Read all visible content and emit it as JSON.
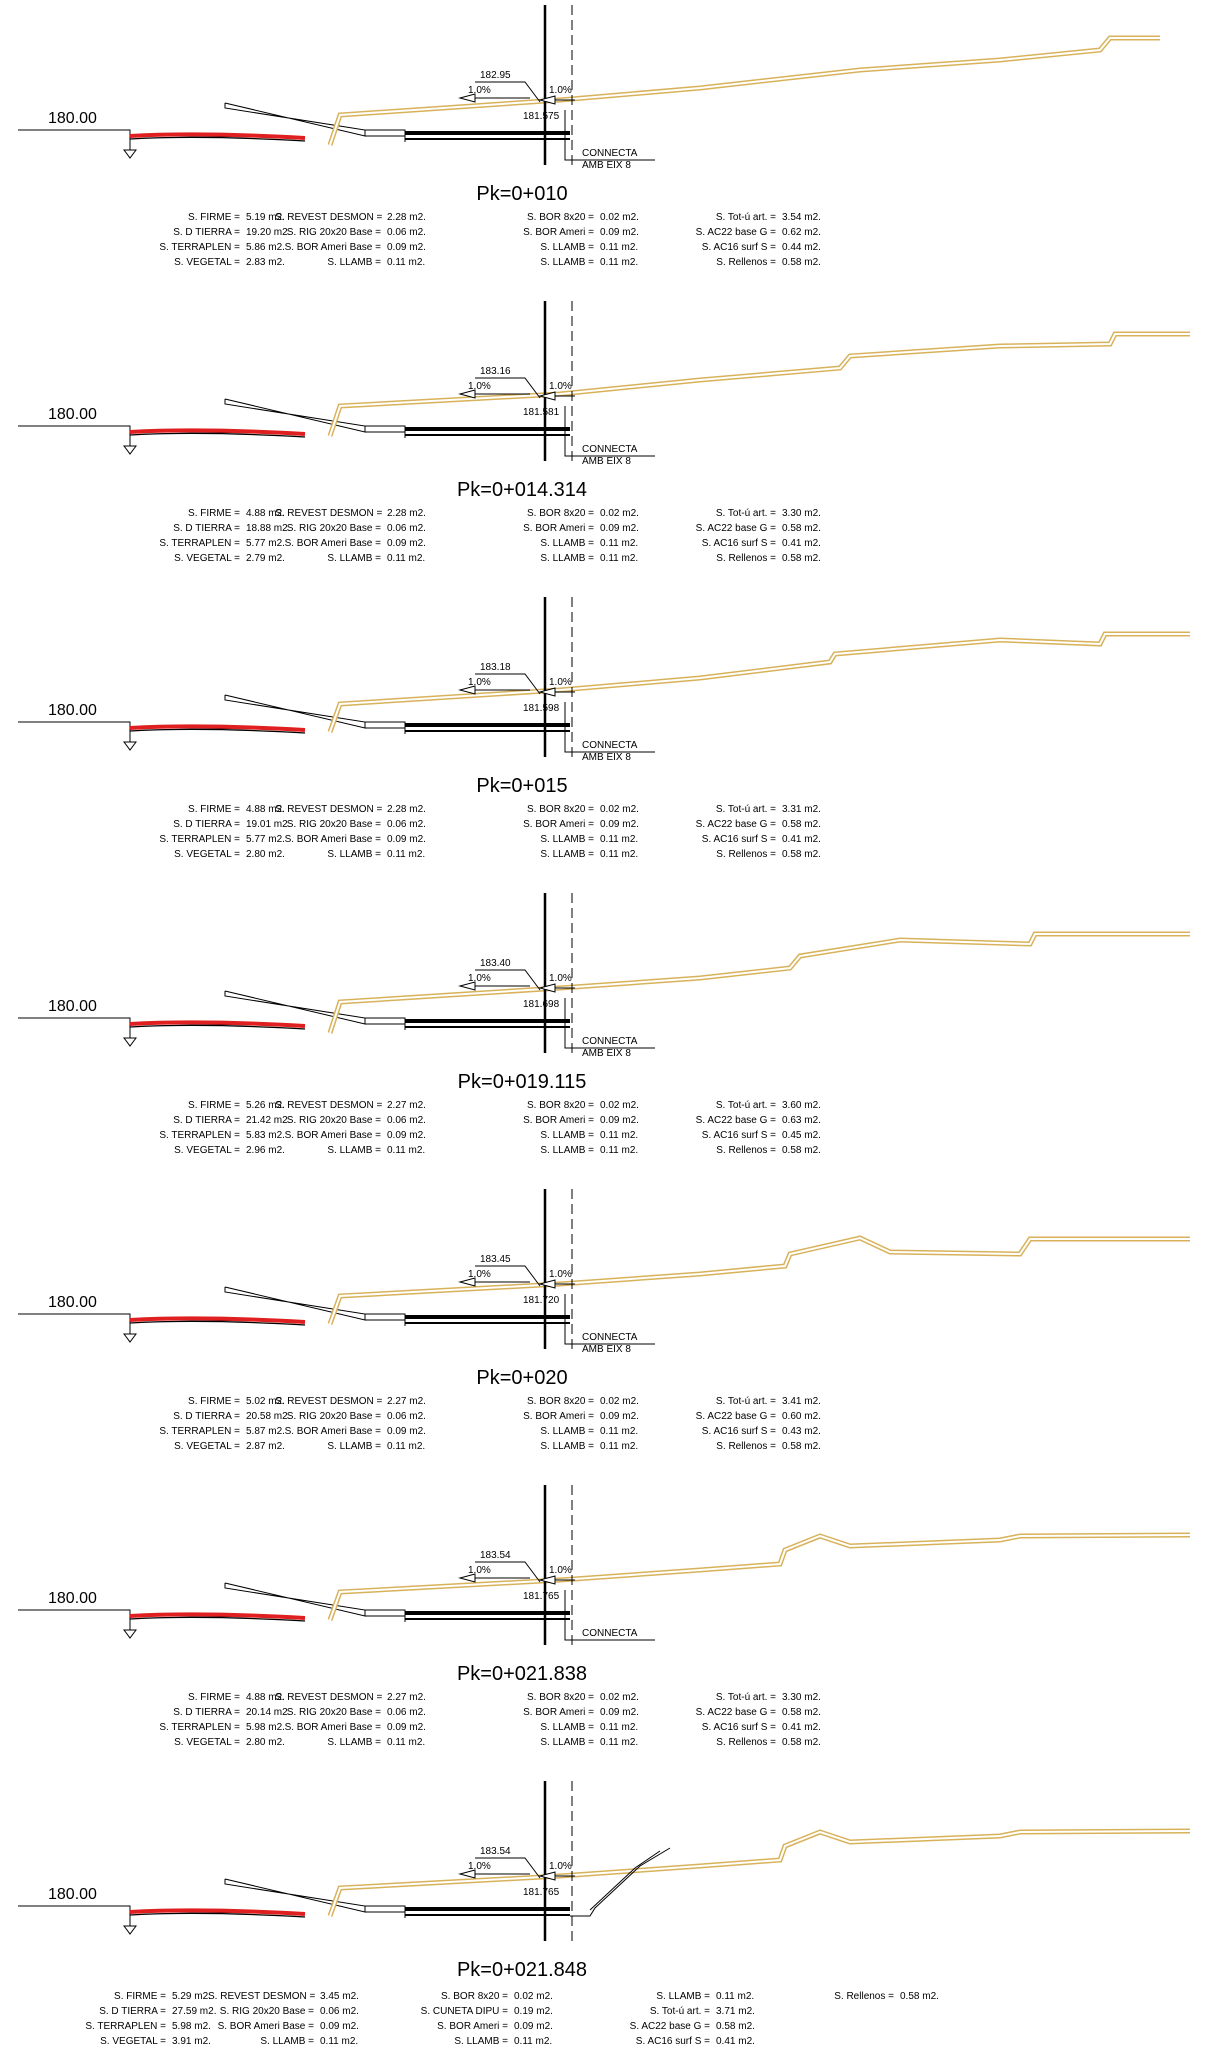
{
  "sections": [
    {
      "pk": "Pk=0+010",
      "ref": "180.00",
      "top_level": "182.95",
      "axis_level": "181.575",
      "slope_left": "1.0%",
      "slope_right": "1.0%",
      "connect_1": "CONNECTA",
      "connect_2": "AMB EIX 8",
      "table": [
        [
          [
            "S. FIRME =",
            "5.19 m2."
          ],
          [
            "S. REVEST DESMON =",
            "2.28 m2."
          ],
          [
            "S. BOR 8x20 =",
            "0.02 m2."
          ],
          [
            "S. Tot-ú art. =",
            "3.54 m2."
          ]
        ],
        [
          [
            "S. D TIERRA =",
            "19.20 m2."
          ],
          [
            "S. RIG 20x20 Base =",
            "0.06 m2."
          ],
          [
            "S. BOR Ameri =",
            "0.09 m2."
          ],
          [
            "S. AC22 base G =",
            "0.62 m2."
          ]
        ],
        [
          [
            "S. TERRAPLEN =",
            "5.86 m2."
          ],
          [
            "S. BOR Ameri Base =",
            "0.09 m2."
          ],
          [
            "S. LLAMB =",
            "0.11 m2."
          ],
          [
            "S. AC16 surf S =",
            "0.44 m2."
          ]
        ],
        [
          [
            "S. VEGETAL =",
            "2.83 m2."
          ],
          [
            "S. LLAMB =",
            "0.11 m2."
          ],
          [
            "S. LLAMB =",
            "0.11 m2."
          ],
          [
            "S. Rellenos =",
            "0.58 m2."
          ]
        ]
      ]
    },
    {
      "pk": "Pk=0+014.314",
      "ref": "180.00",
      "top_level": "183.16",
      "axis_level": "181.581",
      "slope_left": "1.0%",
      "slope_right": "1.0%",
      "connect_1": "CONNECTA",
      "connect_2": "AMB EIX 8",
      "table": [
        [
          [
            "S. FIRME =",
            "4.88 m2."
          ],
          [
            "S. REVEST DESMON =",
            "2.28 m2."
          ],
          [
            "S. BOR 8x20 =",
            "0.02 m2."
          ],
          [
            "S. Tot-ú art. =",
            "3.30 m2."
          ]
        ],
        [
          [
            "S. D TIERRA =",
            "18.88 m2."
          ],
          [
            "S. RIG 20x20 Base =",
            "0.06 m2."
          ],
          [
            "S. BOR Ameri =",
            "0.09 m2."
          ],
          [
            "S. AC22 base G =",
            "0.58 m2."
          ]
        ],
        [
          [
            "S. TERRAPLEN =",
            "5.77 m2."
          ],
          [
            "S. BOR Ameri Base =",
            "0.09 m2."
          ],
          [
            "S. LLAMB =",
            "0.11 m2."
          ],
          [
            "S. AC16 surf S =",
            "0.41 m2."
          ]
        ],
        [
          [
            "S. VEGETAL =",
            "2.79 m2."
          ],
          [
            "S. LLAMB =",
            "0.11 m2."
          ],
          [
            "S. LLAMB =",
            "0.11 m2."
          ],
          [
            "S. Rellenos =",
            "0.58 m2."
          ]
        ]
      ]
    },
    {
      "pk": "Pk=0+015",
      "ref": "180.00",
      "top_level": "183.18",
      "axis_level": "181.598",
      "slope_left": "1.0%",
      "slope_right": "1.0%",
      "connect_1": "CONNECTA",
      "connect_2": "AMB EIX 8",
      "table": [
        [
          [
            "S. FIRME =",
            "4.88 m2."
          ],
          [
            "S. REVEST DESMON =",
            "2.28 m2."
          ],
          [
            "S. BOR 8x20 =",
            "0.02 m2."
          ],
          [
            "S. Tot-ú art. =",
            "3.31 m2."
          ]
        ],
        [
          [
            "S. D TIERRA =",
            "19.01 m2."
          ],
          [
            "S. RIG 20x20 Base =",
            "0.06 m2."
          ],
          [
            "S. BOR Ameri =",
            "0.09 m2."
          ],
          [
            "S. AC22 base G =",
            "0.58 m2."
          ]
        ],
        [
          [
            "S. TERRAPLEN =",
            "5.77 m2."
          ],
          [
            "S. BOR Ameri Base =",
            "0.09 m2."
          ],
          [
            "S. LLAMB =",
            "0.11 m2."
          ],
          [
            "S. AC16 surf S =",
            "0.41 m2."
          ]
        ],
        [
          [
            "S. VEGETAL =",
            "2.80 m2."
          ],
          [
            "S. LLAMB =",
            "0.11 m2."
          ],
          [
            "S. LLAMB =",
            "0.11 m2."
          ],
          [
            "S. Rellenos =",
            "0.58 m2."
          ]
        ]
      ]
    },
    {
      "pk": "Pk=0+019.115",
      "ref": "180.00",
      "top_level": "183.40",
      "axis_level": "181.698",
      "slope_left": "1.0%",
      "slope_right": "1.0%",
      "connect_1": "CONNECTA",
      "connect_2": "AMB EIX 8",
      "table": [
        [
          [
            "S. FIRME =",
            "5.26 m2."
          ],
          [
            "S. REVEST DESMON =",
            "2.27 m2."
          ],
          [
            "S. BOR 8x20 =",
            "0.02 m2."
          ],
          [
            "S. Tot-ú art. =",
            "3.60 m2."
          ]
        ],
        [
          [
            "S. D TIERRA =",
            "21.42 m2."
          ],
          [
            "S. RIG 20x20 Base =",
            "0.06 m2."
          ],
          [
            "S. BOR Ameri =",
            "0.09 m2."
          ],
          [
            "S. AC22 base G =",
            "0.63 m2."
          ]
        ],
        [
          [
            "S. TERRAPLEN =",
            "5.83 m2."
          ],
          [
            "S. BOR Ameri Base =",
            "0.09 m2."
          ],
          [
            "S. LLAMB =",
            "0.11 m2."
          ],
          [
            "S. AC16 surf S =",
            "0.45 m2."
          ]
        ],
        [
          [
            "S. VEGETAL =",
            "2.96 m2."
          ],
          [
            "S. LLAMB =",
            "0.11 m2."
          ],
          [
            "S. LLAMB =",
            "0.11 m2."
          ],
          [
            "S. Rellenos =",
            "0.58 m2."
          ]
        ]
      ]
    },
    {
      "pk": "Pk=0+020",
      "ref": "180.00",
      "top_level": "183.45",
      "axis_level": "181.720",
      "slope_left": "1.0%",
      "slope_right": "1.0%",
      "connect_1": "CONNECTA",
      "connect_2": "AMB EIX 8",
      "table": [
        [
          [
            "S. FIRME =",
            "5.02 m2."
          ],
          [
            "S. REVEST DESMON =",
            "2.27 m2."
          ],
          [
            "S. BOR 8x20 =",
            "0.02 m2."
          ],
          [
            "S. Tot-ú art. =",
            "3.41 m2."
          ]
        ],
        [
          [
            "S. D TIERRA =",
            "20.58 m2."
          ],
          [
            "S. RIG 20x20 Base =",
            "0.06 m2."
          ],
          [
            "S. BOR Ameri =",
            "0.09 m2."
          ],
          [
            "S. AC22 base G =",
            "0.60 m2."
          ]
        ],
        [
          [
            "S. TERRAPLEN =",
            "5.87 m2."
          ],
          [
            "S. BOR Ameri Base =",
            "0.09 m2."
          ],
          [
            "S. LLAMB =",
            "0.11 m2."
          ],
          [
            "S. AC16 surf S =",
            "0.43 m2."
          ]
        ],
        [
          [
            "S. VEGETAL =",
            "2.87 m2."
          ],
          [
            "S. LLAMB =",
            "0.11 m2."
          ],
          [
            "S. LLAMB =",
            "0.11 m2."
          ],
          [
            "S. Rellenos =",
            "0.58 m2."
          ]
        ]
      ]
    },
    {
      "pk": "Pk=0+021.838",
      "ref": "180.00",
      "top_level": "183.54",
      "axis_level": "181.765",
      "slope_left": "1.0%",
      "slope_right": "1.0%",
      "connect_1": "CONNECTA",
      "connect_2": "",
      "table": [
        [
          [
            "S. FIRME =",
            "4.88 m2."
          ],
          [
            "S. REVEST DESMON =",
            "2.27 m2."
          ],
          [
            "S. BOR 8x20 =",
            "0.02 m2."
          ],
          [
            "S. Tot-ú art. =",
            "3.30 m2."
          ]
        ],
        [
          [
            "S. D TIERRA =",
            "20.14 m2."
          ],
          [
            "S. RIG 20x20 Base =",
            "0.06 m2."
          ],
          [
            "S. BOR Ameri =",
            "0.09 m2."
          ],
          [
            "S. AC22 base G =",
            "0.58 m2."
          ]
        ],
        [
          [
            "S. TERRAPLEN =",
            "5.98 m2."
          ],
          [
            "S. BOR Ameri Base =",
            "0.09 m2."
          ],
          [
            "S. LLAMB =",
            "0.11 m2."
          ],
          [
            "S. AC16 surf S =",
            "0.41 m2."
          ]
        ],
        [
          [
            "S. VEGETAL =",
            "2.80 m2."
          ],
          [
            "S. LLAMB =",
            "0.11 m2."
          ],
          [
            "S. LLAMB =",
            "0.11 m2."
          ],
          [
            "S. Rellenos =",
            "0.58 m2."
          ]
        ]
      ]
    }
  ],
  "last": {
    "pk": "Pk=0+021.848",
    "ref": "180.00",
    "top_level": "183.54",
    "axis_level": "181.765",
    "slope_left": "1.0%",
    "slope_right": "1.0%",
    "table": [
      [
        [
          "S. FIRME =",
          "5.29 m2."
        ],
        [
          "S. REVEST DESMON =",
          "3.45 m2."
        ],
        [
          "S. BOR 8x20 =",
          "0.02 m2."
        ],
        [
          "S. LLAMB =",
          "0.11 m2."
        ],
        [
          "S. Rellenos =",
          "0.58 m2."
        ]
      ],
      [
        [
          "S. D TIERRA =",
          "27.59 m2."
        ],
        [
          "S. RIG 20x20 Base =",
          "0.06 m2."
        ],
        [
          "S. CUNETA DIPU =",
          "0.19 m2."
        ],
        [
          "S. Tot-ú art. =",
          "3.71 m2."
        ]
      ],
      [
        [
          "S. TERRAPLEN =",
          "5.98 m2."
        ],
        [
          "S. BOR Ameri Base =",
          "0.09 m2."
        ],
        [
          "S. BOR Ameri =",
          "0.09 m2."
        ],
        [
          "S. AC22 base G =",
          "0.58 m2."
        ]
      ],
      [
        [
          "S. VEGETAL =",
          "3.91 m2."
        ],
        [
          "S. LLAMB =",
          "0.11 m2."
        ],
        [
          "S. LLAMB =",
          "0.11 m2."
        ],
        [
          "S. AC16 surf S =",
          "0.41 m2."
        ]
      ]
    ]
  },
  "colors": {
    "terrain": "#d8b25a",
    "ditch": "#e02020",
    "line": "#000000"
  }
}
